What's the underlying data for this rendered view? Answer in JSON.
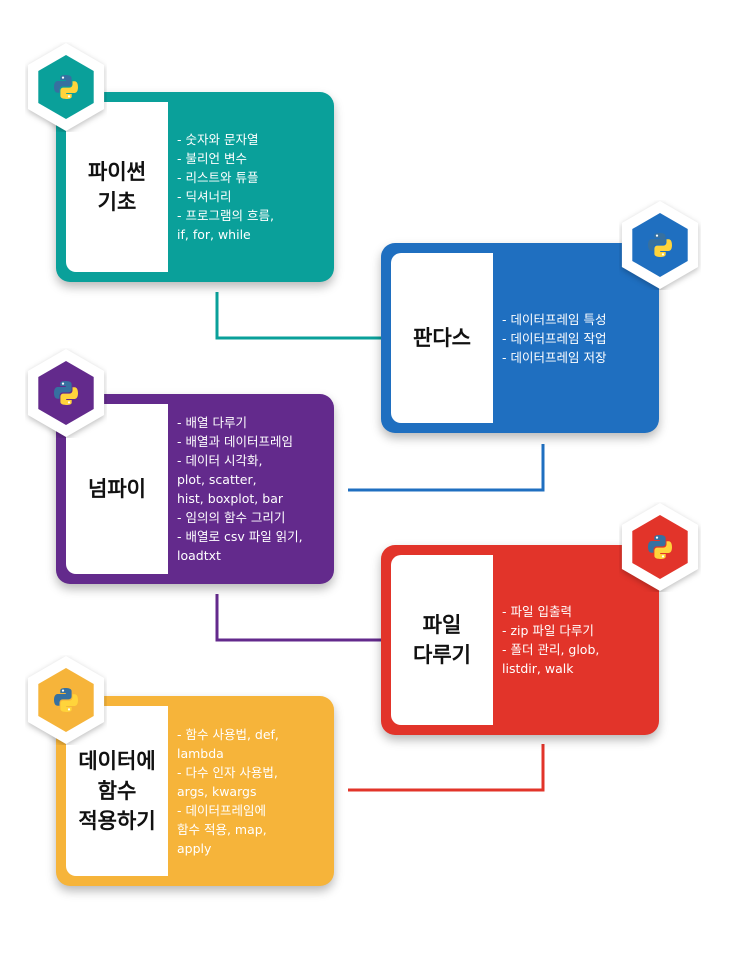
{
  "colors": {
    "basics": "#0aa09a",
    "pandas": "#1f6fc0",
    "numpy": "#632a8c",
    "file": "#e2342a",
    "apply": "#f6b43a",
    "python_blue": "#3670a0",
    "python_yellow": "#ffd43b"
  },
  "cards": {
    "basics": {
      "title": "파이썬\n기초",
      "items": [
        "- 숫자와 문자열",
        "- 불리언 변수",
        "- 리스트와 튜플",
        "- 딕셔너리",
        "- 프로그램의 흐름,\n  if, for, while"
      ]
    },
    "pandas": {
      "title": "판다스",
      "items": [
        "- 데이터프레임 특성",
        "- 데이터프레임 작업",
        "- 데이터프레임 저장"
      ]
    },
    "numpy": {
      "title": "넘파이",
      "items": [
        "- 배열 다루기",
        "- 배열과 데이터프레임",
        "- 데이터 시각화,\n  plot, scatter,\n  hist, boxplot, bar",
        "- 임의의 함수 그리기",
        "- 배열로 csv 파일 읽기,\n  loadtxt"
      ]
    },
    "file": {
      "title": "파일\n다루기",
      "items": [
        "- 파일 입출력",
        "- zip 파일 다루기",
        "- 폴더 관리, glob,\n  listdir, walk"
      ]
    },
    "apply": {
      "title": "데이터에\n함수\n적용하기",
      "items": [
        "- 함수 사용법, def,\n  lambda",
        "- 다수 인자 사용법,\n  args, kwargs",
        "- 데이터프레임에\n  함수 적용, map,\n  apply"
      ]
    }
  },
  "badges": {
    "icon": "python-logo-icon"
  }
}
